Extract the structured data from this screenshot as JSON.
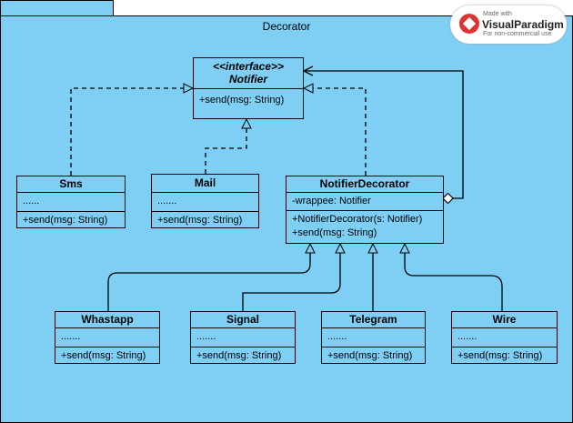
{
  "package": {
    "name": "Decorator"
  },
  "logo": {
    "made_with": "Made with",
    "brand": "VisualParadigm",
    "note": "For non-commercial use"
  },
  "classes": {
    "notifier": {
      "stereotype": "<<interface>>",
      "name": "Notifier",
      "ops": [
        "+send(msg: String)"
      ]
    },
    "sms": {
      "name": "Sms",
      "attrs": [
        "......"
      ],
      "ops": [
        "+send(msg: String)"
      ]
    },
    "mail": {
      "name": "Mail",
      "attrs": [
        "......."
      ],
      "ops": [
        "+send(msg: String)"
      ]
    },
    "notifier_decorator": {
      "name": "NotifierDecorator",
      "attrs": [
        "-wrappee: Notifier"
      ],
      "ops": [
        "+NotifierDecorator(s: Notifier)",
        "+send(msg: String)"
      ]
    },
    "whastapp": {
      "name": "Whastapp",
      "attrs": [
        "......."
      ],
      "ops": [
        "+send(msg: String)"
      ]
    },
    "signal": {
      "name": "Signal",
      "attrs": [
        "......."
      ],
      "ops": [
        "+send(msg: String)"
      ]
    },
    "telegram": {
      "name": "Telegram",
      "attrs": [
        "......."
      ],
      "ops": [
        "+send(msg: String)"
      ]
    },
    "wire": {
      "name": "Wire",
      "attrs": [
        "......."
      ],
      "ops": [
        "+send(msg: String)"
      ]
    }
  }
}
